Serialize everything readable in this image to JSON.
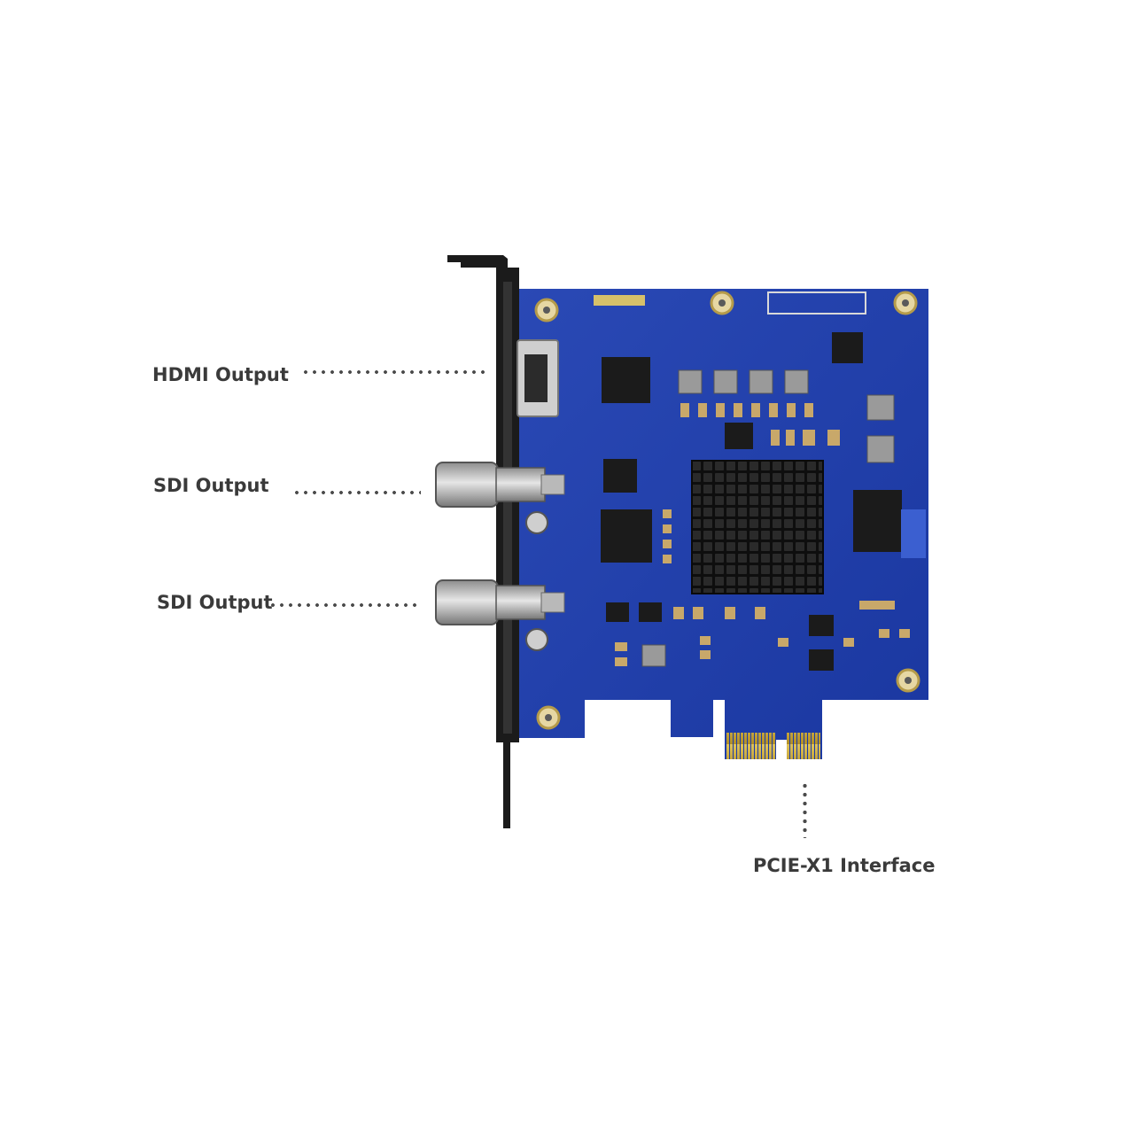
{
  "labels": {
    "hdmi_output": "HDMI Output",
    "sdi_output_1": "SDI Output",
    "sdi_output_2": "SDI Output",
    "pcie_interface": "PCIE-X1 Interface"
  },
  "colors": {
    "pcb": "#1f3fa6",
    "bracket": "#1b1b1b",
    "heatsink": "#161616",
    "gold_fingers": "#c9a83a",
    "label_text": "#3a3a3a"
  }
}
